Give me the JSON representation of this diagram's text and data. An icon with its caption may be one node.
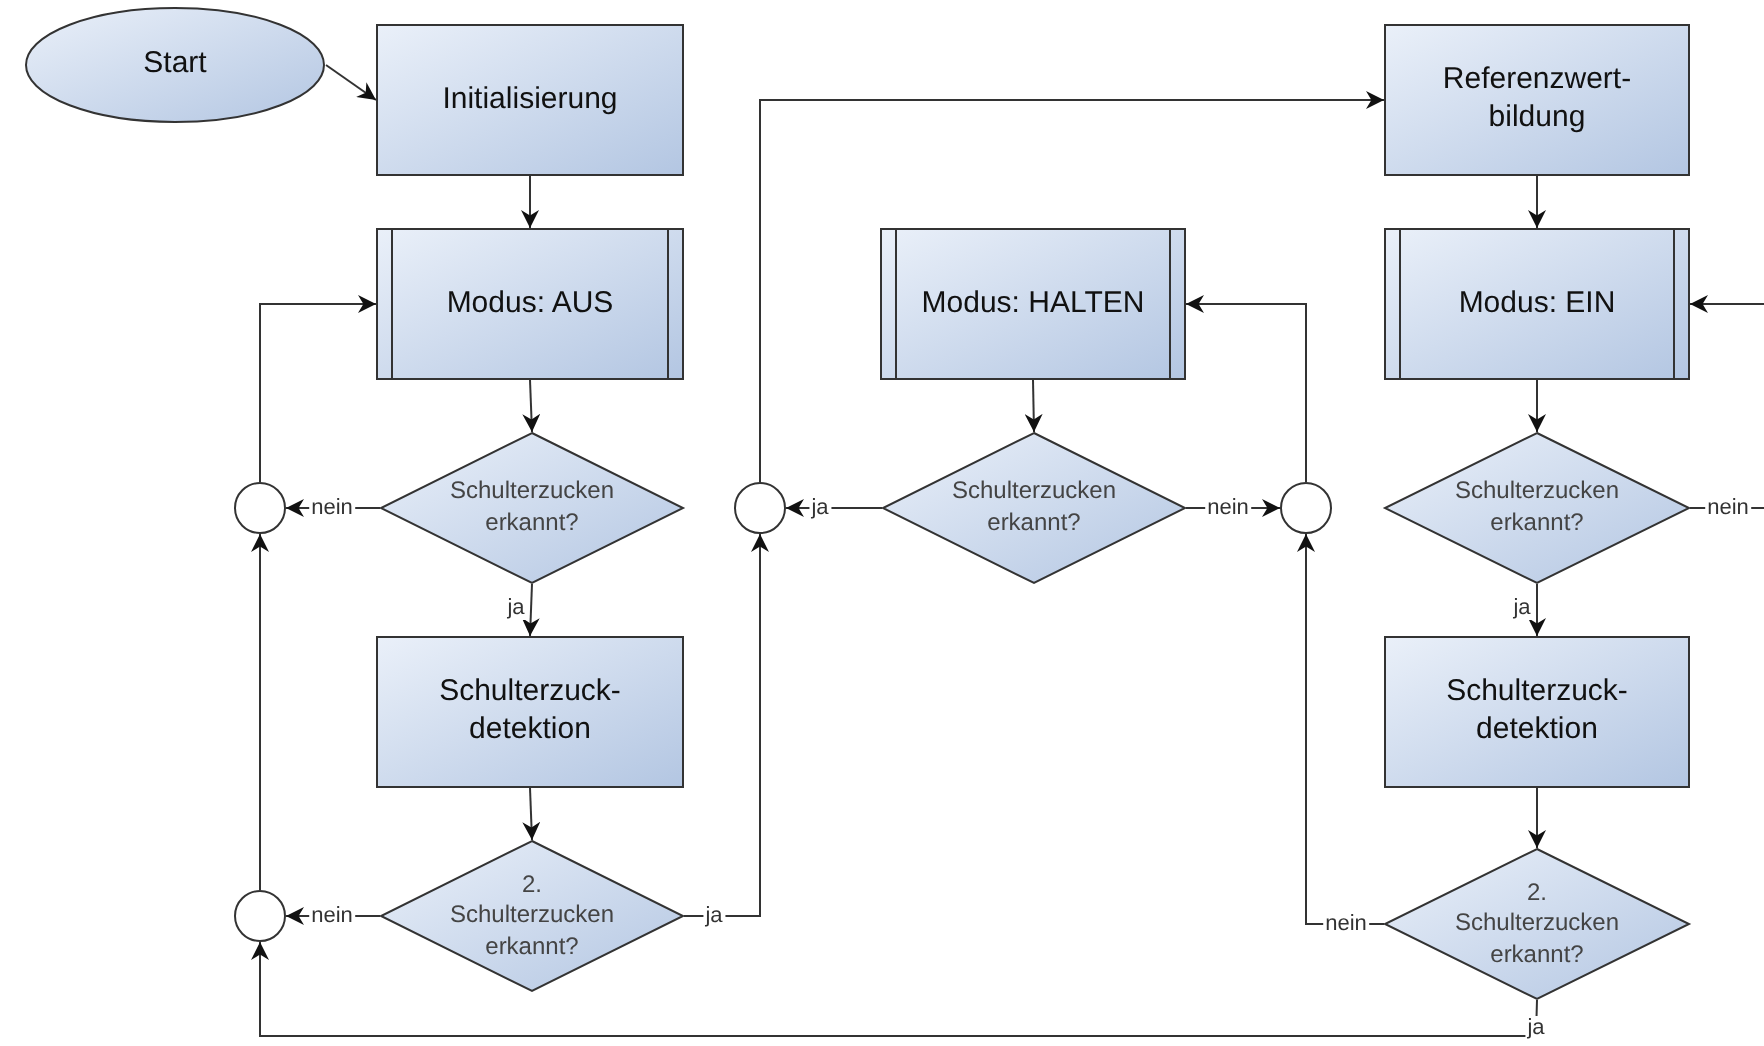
{
  "diagram": {
    "nodes": [
      {
        "text": [
          "Start"
        ]
      },
      {
        "text": [
          "Initialisierung"
        ]
      },
      {
        "text": [
          "Modus: AUS"
        ]
      },
      {
        "text": [
          "Schulterzucken erkannt?"
        ]
      },
      {
        "text": [],
        "shape": "circle"
      },
      {
        "text": [
          "Schulterzuck-detektion"
        ]
      },
      {
        "text": [
          "2. Schulterzucken erkannt?"
        ]
      },
      {
        "text": [],
        "shape": "circle"
      },
      {
        "text": [],
        "shape": "circle"
      },
      {
        "text": [
          "Modus: HALTEN"
        ]
      },
      {
        "text": [
          "Schulterzucken erkannt?"
        ]
      },
      {
        "text": [],
        "shape": "circle"
      },
      {
        "text": [
          "Referenzwert-bildung"
        ]
      },
      {
        "text": [
          "Modus: EIN"
        ]
      },
      {
        "text": [
          "Schulterzucken erkannt?"
        ]
      },
      {
        "text": [
          "Schulterzuck-detektion"
        ]
      },
      {
        "text": [
          "2. Schulterzucken erkannt?"
        ]
      }
    ],
    "edges": [
      {
        "from": 0,
        "to": 1,
        "arrow": "to"
      },
      {
        "from": 1,
        "to": 2,
        "arrow": "to"
      },
      {
        "from": 2,
        "to": 3,
        "arrow": "to"
      },
      {
        "from": 3,
        "to": 4,
        "arrow": "to",
        "label": "nein"
      },
      {
        "from": 4,
        "to": 2,
        "arrow": "to"
      },
      {
        "from": 3,
        "to": 5,
        "arrow": "to",
        "label": "ja"
      },
      {
        "from": 5,
        "to": 6,
        "arrow": "to"
      },
      {
        "from": 6,
        "to": 7,
        "arrow": "to",
        "label": "nein"
      },
      {
        "from": 7,
        "to": 4,
        "arrow": "to"
      },
      {
        "from": 6,
        "to": 8,
        "arrow": "to",
        "label": "ja"
      },
      {
        "from": 8,
        "to": 12,
        "arrow": "to"
      },
      {
        "from": 10,
        "to": 8,
        "arrow": "to",
        "label": "ja"
      },
      {
        "from": 10,
        "to": 11,
        "arrow": "to",
        "label": "nein"
      },
      {
        "from": 11,
        "to": 9,
        "arrow": "to"
      },
      {
        "from": 9,
        "to": 10,
        "arrow": "to"
      },
      {
        "from": 12,
        "to": 13,
        "arrow": "to"
      },
      {
        "from": 13,
        "to": 14,
        "arrow": "to"
      },
      {
        "from": 14,
        "to": null,
        "arrow": "none",
        "label": "nein"
      },
      {
        "from": null,
        "to": 13,
        "arrow": "to"
      },
      {
        "from": 14,
        "to": 15,
        "arrow": "to",
        "label": "ja"
      },
      {
        "from": 15,
        "to": 16,
        "arrow": "to"
      },
      {
        "from": 16,
        "to": 11,
        "arrow": "to",
        "label": "nein"
      },
      {
        "from": 16,
        "to": 7,
        "arrow": "to",
        "label": "ja"
      }
    ]
  }
}
